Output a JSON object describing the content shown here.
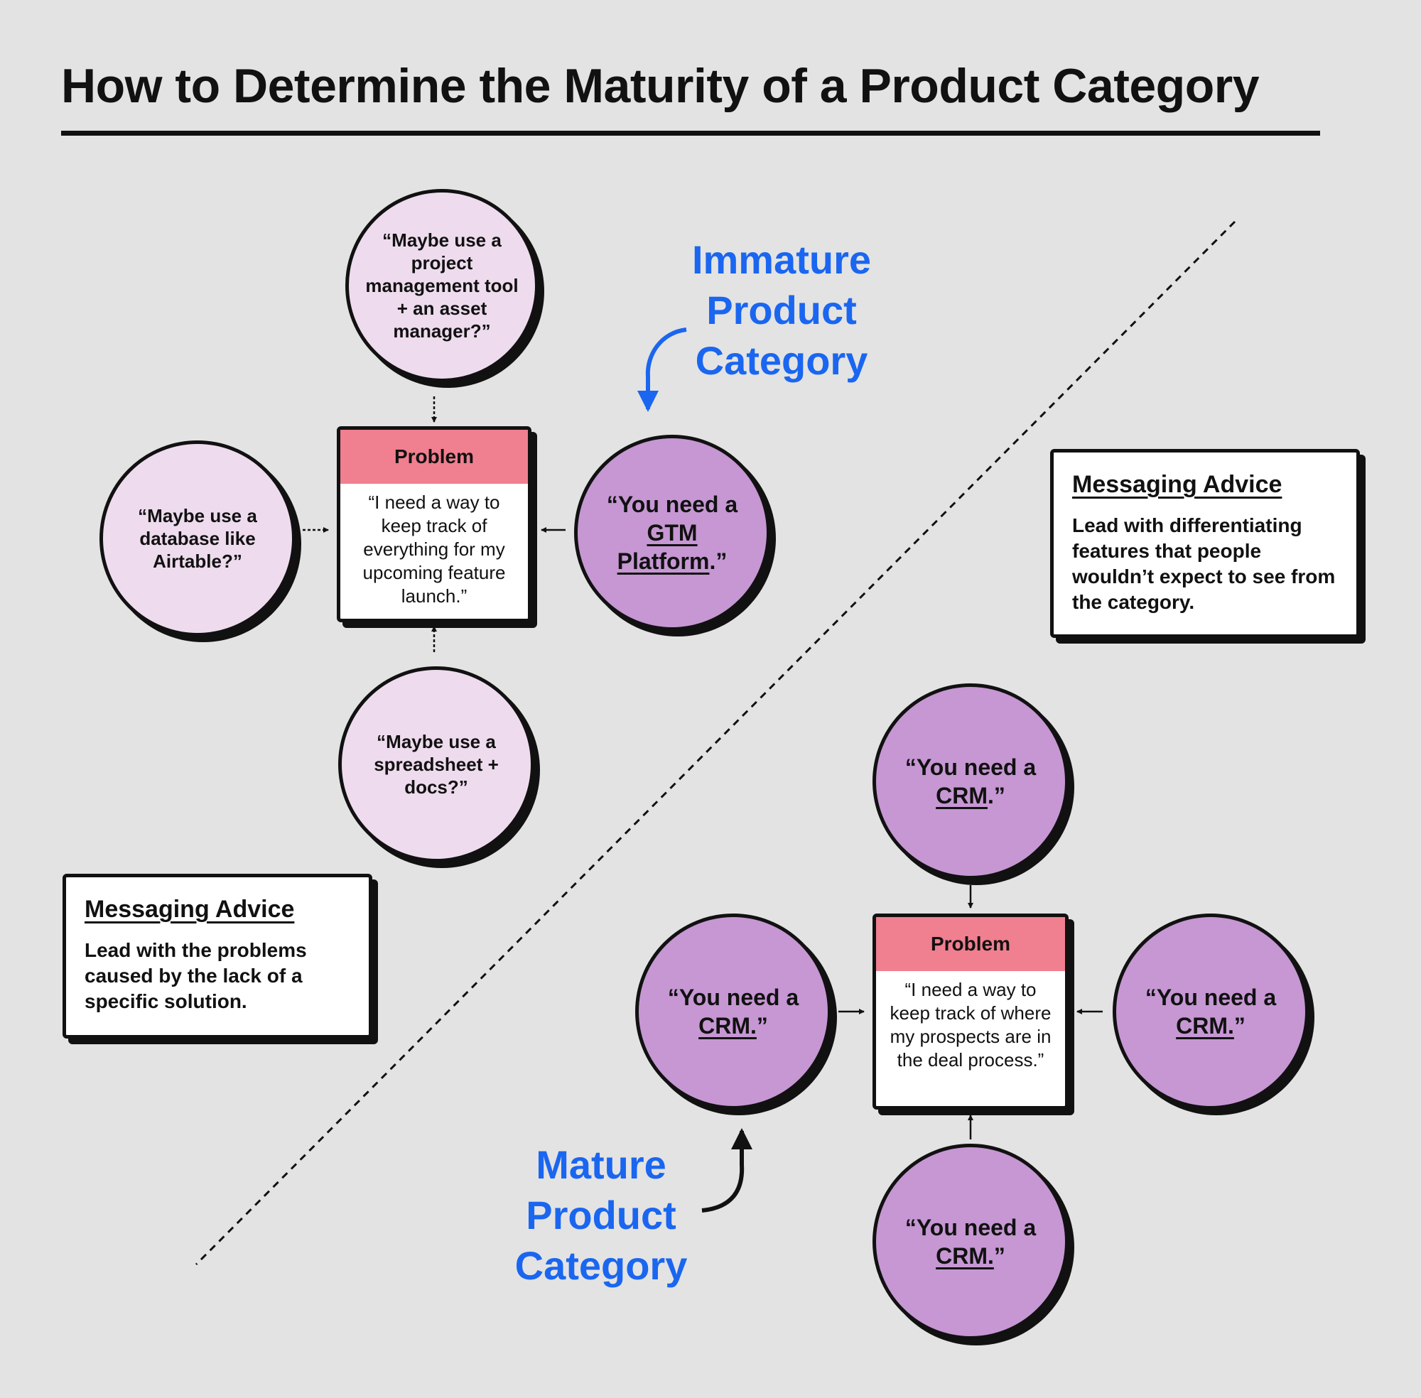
{
  "title": "How to Determine the Maturity of a Product Category",
  "colors": {
    "background": "#e3e3e3",
    "accent_blue": "#1a66f0",
    "problem_header": "#f07f8f",
    "immature_circle": "#eedcee",
    "mature_circle": "#c697d3"
  },
  "immature": {
    "label": [
      "Immature",
      "Product",
      "Category"
    ],
    "problem": {
      "header": "Problem",
      "text": "“I need a way to keep track of everything for my upcoming feature launch.”"
    },
    "circle_top": "“Maybe use a project management tool + an asset manager?”",
    "circle_left": "“Maybe use a database like Airtable?”",
    "circle_bottom": "“Maybe use a spreadsheet + docs?”",
    "circle_right": {
      "prefix": "“You need a",
      "term": "GTM Platform",
      "suffix": ".”"
    },
    "advice": {
      "header": "Messaging Advice",
      "text": "Lead with differentiating features that people wouldn’t expect to see from the category."
    }
  },
  "mature": {
    "label": [
      "Mature",
      "Product",
      "Category"
    ],
    "problem": {
      "header": "Problem",
      "text": "“I need a way to keep track of where my prospects are in the deal process.”"
    },
    "circle_top": {
      "prefix": "“You need a",
      "term": "CRM",
      "suffix": ".”"
    },
    "circle_left": {
      "prefix": "“You need a",
      "term": "CRM.",
      "suffix": "”"
    },
    "circle_right": {
      "prefix": "“You need a",
      "term": "CRM.",
      "suffix": "”"
    },
    "circle_bottom": {
      "prefix": "“You need a",
      "term": "CRM.",
      "suffix": "”"
    },
    "advice": {
      "header": "Messaging Advice",
      "text": "Lead with the problems caused by the lack of a specific solution."
    }
  }
}
